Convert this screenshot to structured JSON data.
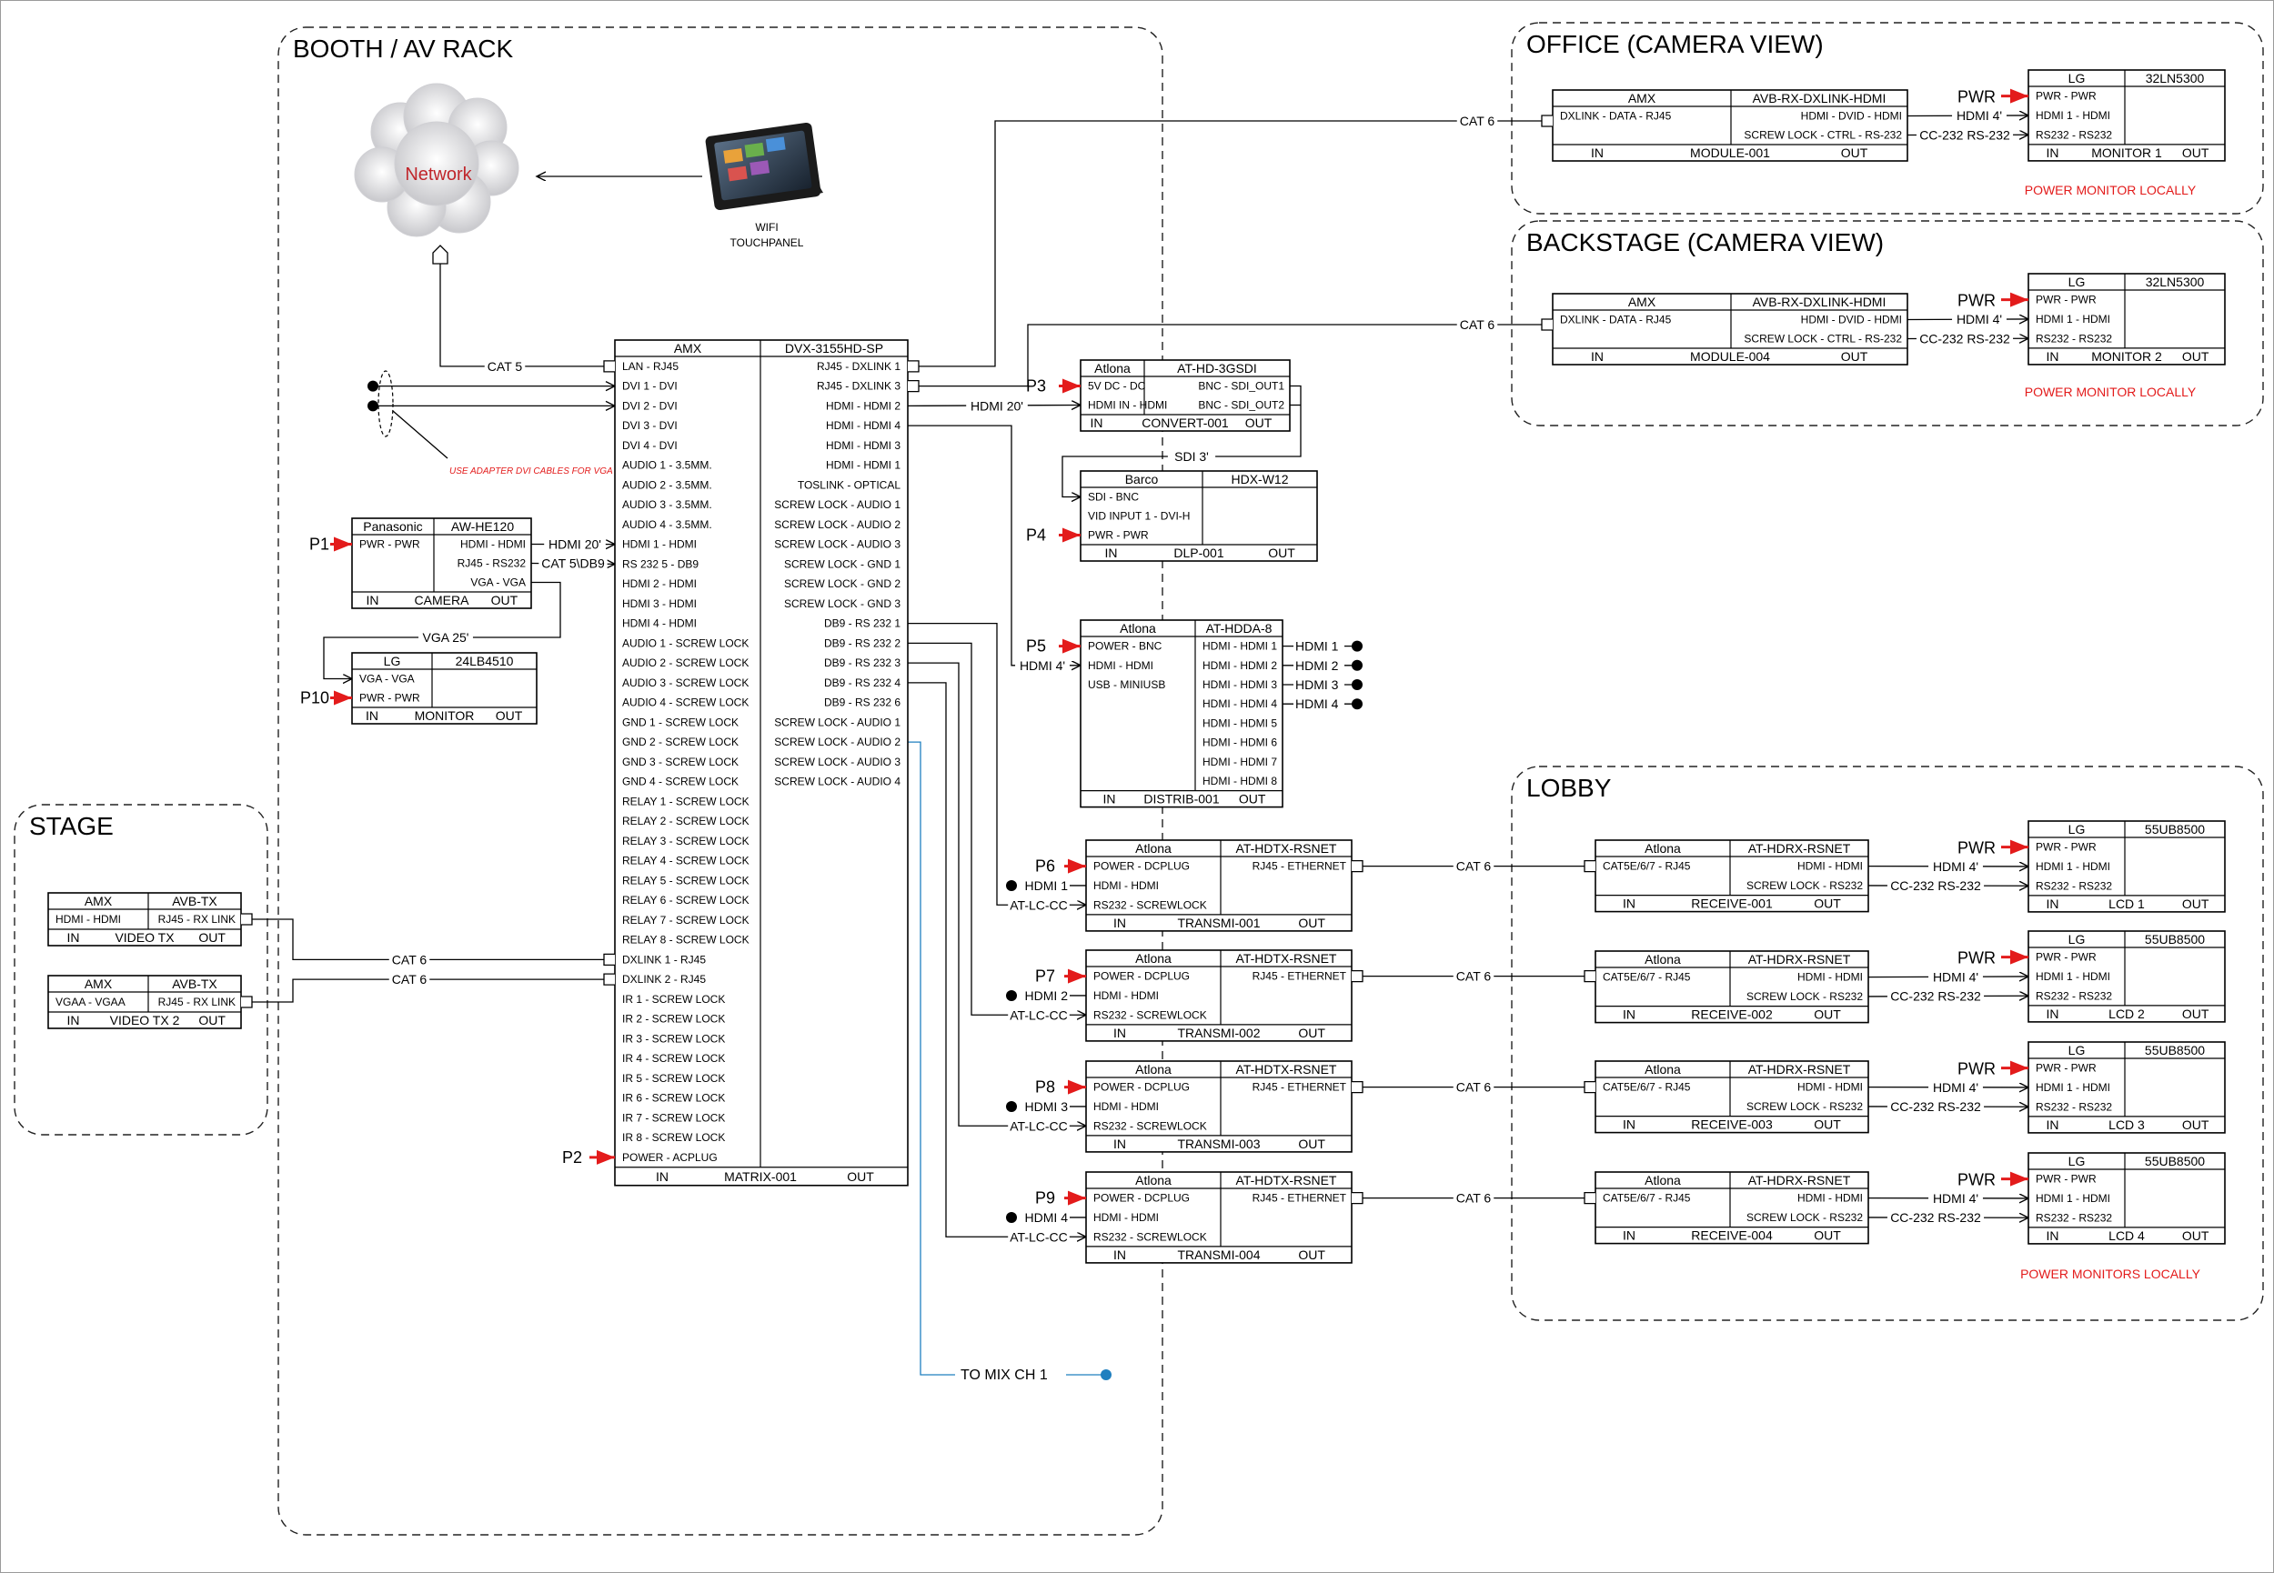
{
  "zones": {
    "booth": "BOOTH / AV RACK",
    "office": "OFFICE (CAMERA VIEW)",
    "backstage": "BACKSTAGE (CAMERA VIEW)",
    "lobby": "LOBBY",
    "stage": "STAGE"
  },
  "network": {
    "label": "Network"
  },
  "touchpanel": {
    "line1": "WIFI",
    "line2": "TOUCHPANEL"
  },
  "colors": {
    "line": "#000000",
    "arrow": "#e31b1b",
    "note": "#e31b1b",
    "audio": "#1f7fbf"
  },
  "matrix": {
    "maker": "AMX",
    "model": "DVX-3155HD-SP",
    "foot_in": "IN",
    "foot_name": "MATRIX-001",
    "foot_out": "OUT",
    "inputs": [
      "LAN - RJ45",
      "DVI 1 - DVI",
      "DVI 2 - DVI",
      "DVI 3 - DVI",
      "DVI 4 - DVI",
      "AUDIO  1 - 3.5MM.",
      "AUDIO  2 - 3.5MM.",
      "AUDIO  3 - 3.5MM.",
      "AUDIO  4 - 3.5MM.",
      "HDMI 1 - HDMI",
      "RS 232 5 - DB9",
      "HDMI 2 - HDMI",
      "HDMI 3 - HDMI",
      "HDMI 4 - HDMI",
      "AUDIO 1 - SCREW LOCK",
      "AUDIO 2 - SCREW LOCK",
      "AUDIO 3 - SCREW LOCK",
      "AUDIO 4 - SCREW LOCK",
      "GND 1 - SCREW LOCK",
      "GND 2 - SCREW LOCK",
      "GND 3 - SCREW LOCK",
      "GND 4 - SCREW LOCK",
      "RELAY 1 - SCREW LOCK",
      "RELAY 2 - SCREW LOCK",
      "RELAY 3 - SCREW LOCK",
      "RELAY 4 - SCREW LOCK",
      "RELAY 5 - SCREW LOCK",
      "RELAY 6 - SCREW LOCK",
      "RELAY 7 - SCREW LOCK",
      "RELAY 8 - SCREW LOCK",
      "DXLINK 1 - RJ45",
      "DXLINK 2 - RJ45",
      "IR 1 - SCREW LOCK",
      "IR 2 - SCREW LOCK",
      "IR 3 - SCREW LOCK",
      "IR 4 - SCREW LOCK",
      "IR 5 - SCREW LOCK",
      "IR 6 - SCREW LOCK",
      "IR 7 - SCREW LOCK",
      "IR 8 - SCREW LOCK",
      "POWER - ACPLUG"
    ],
    "outputs": [
      "RJ45 - DXLINK 1",
      "RJ45 - DXLINK 3",
      "HDMI - HDMI 2",
      "HDMI - HDMI 4",
      "HDMI - HDMI 3",
      "HDMI - HDMI 1",
      "TOSLINK - OPTICAL",
      "SCREW LOCK - AUDIO 1",
      "SCREW LOCK - AUDIO 2",
      "SCREW LOCK - AUDIO 3",
      "SCREW LOCK - GND 1",
      "SCREW LOCK - GND 2",
      "SCREW LOCK - GND 3",
      "DB9 - RS 232 1",
      "DB9 - RS 232 2",
      "DB9 - RS 232 3",
      "DB9 - RS 232 4",
      "DB9 - RS 232 6",
      "SCREW LOCK - AUDIO 1",
      "SCREW LOCK - AUDIO 2",
      "SCREW LOCK - AUDIO 3",
      "SCREW LOCK - AUDIO 4"
    ]
  },
  "devices": [
    {
      "id": "camera",
      "maker": "Panasonic",
      "model": "AW-HE120",
      "in": [
        "PWR - PWR"
      ],
      "out": [
        "HDMI - HDMI",
        "RJ45 - RS232",
        "VGA - VGA"
      ],
      "foot_in": "IN",
      "foot_name": "CAMERA",
      "foot_out": "OUT"
    },
    {
      "id": "monitor",
      "maker": "LG",
      "model": "24LB4510",
      "in": [
        "VGA - VGA",
        "PWR - PWR"
      ],
      "out": [],
      "foot_in": "IN",
      "foot_name": "MONITOR",
      "foot_out": "OUT"
    },
    {
      "id": "convert",
      "maker": "Atlona",
      "model": "AT-HD-3GSDI",
      "in": [
        "5V DC - DC",
        "HDMI IN - HDMI"
      ],
      "out": [
        "BNC - SDI_OUT1",
        "BNC - SDI_OUT2"
      ],
      "foot_in": "IN",
      "foot_name": "CONVERT-001",
      "foot_out": "OUT"
    },
    {
      "id": "dlp",
      "maker": "Barco",
      "model": "HDX-W12",
      "in": [
        "SDI - BNC",
        "VID INPUT 1 - DVI-H",
        "PWR - PWR"
      ],
      "out": [],
      "foot_in": "IN",
      "foot_name": "DLP-001",
      "foot_out": "OUT"
    },
    {
      "id": "distrib",
      "maker": "Atlona",
      "model": "AT-HDDA-8",
      "in": [
        "POWER - BNC",
        "HDMI - HDMI",
        "USB - MINIUSB"
      ],
      "out": [
        "HDMI - HDMI 1",
        "HDMI - HDMI 2",
        "HDMI - HDMI 3",
        "HDMI - HDMI 4",
        "HDMI - HDMI 5",
        "HDMI - HDMI 6",
        "HDMI - HDMI 7",
        "HDMI - HDMI 8"
      ],
      "foot_in": "IN",
      "foot_name": "DISTRIB-001",
      "foot_out": "OUT"
    },
    {
      "id": "tx1",
      "maker": "Atlona",
      "model": "AT-HDTX-RSNET",
      "in": [
        "POWER - DCPLUG",
        "HDMI - HDMI",
        "RS232 - SCREWLOCK"
      ],
      "out": [
        "RJ45 - ETHERNET"
      ],
      "foot_in": "IN",
      "foot_name": "TRANSMI-001",
      "foot_out": "OUT"
    },
    {
      "id": "tx2",
      "maker": "Atlona",
      "model": "AT-HDTX-RSNET",
      "in": [
        "POWER - DCPLUG",
        "HDMI - HDMI",
        "RS232 - SCREWLOCK"
      ],
      "out": [
        "RJ45 - ETHERNET"
      ],
      "foot_in": "IN",
      "foot_name": "TRANSMI-002",
      "foot_out": "OUT"
    },
    {
      "id": "tx3",
      "maker": "Atlona",
      "model": "AT-HDTX-RSNET",
      "in": [
        "POWER - DCPLUG",
        "HDMI - HDMI",
        "RS232 - SCREWLOCK"
      ],
      "out": [
        "RJ45 - ETHERNET"
      ],
      "foot_in": "IN",
      "foot_name": "TRANSMI-003",
      "foot_out": "OUT"
    },
    {
      "id": "tx4",
      "maker": "Atlona",
      "model": "AT-HDTX-RSNET",
      "in": [
        "POWER - DCPLUG",
        "HDMI - HDMI",
        "RS232 - SCREWLOCK"
      ],
      "out": [
        "RJ45 - ETHERNET"
      ],
      "foot_in": "IN",
      "foot_name": "TRANSMI-004",
      "foot_out": "OUT"
    },
    {
      "id": "videotx1",
      "maker": "AMX",
      "model": "AVB-TX",
      "in": [
        "HDMI - HDMI"
      ],
      "out": [
        "RJ45 - RX LINK"
      ],
      "foot_in": "IN",
      "foot_name": "VIDEO TX",
      "foot_out": "OUT"
    },
    {
      "id": "videotx2",
      "maker": "AMX",
      "model": "AVB-TX",
      "in": [
        "VGAA - VGAA"
      ],
      "out": [
        "RJ45 - RX LINK"
      ],
      "foot_in": "IN",
      "foot_name": "VIDEO TX 2",
      "foot_out": "OUT"
    },
    {
      "id": "module1",
      "maker": "AMX",
      "model": "AVB-RX-DXLINK-HDMI",
      "in": [
        "DXLINK - DATA - RJ45"
      ],
      "out": [
        "HDMI - DVID - HDMI",
        "SCREW LOCK - CTRL - RS-232"
      ],
      "foot_in": "IN",
      "foot_name": "MODULE-001",
      "foot_out": "OUT"
    },
    {
      "id": "module4",
      "maker": "AMX",
      "model": "AVB-RX-DXLINK-HDMI",
      "in": [
        "DXLINK - DATA - RJ45"
      ],
      "out": [
        "HDMI - DVID - HDMI",
        "SCREW LOCK - CTRL - RS-232"
      ],
      "foot_in": "IN",
      "foot_name": "MODULE-004",
      "foot_out": "OUT"
    },
    {
      "id": "mon1",
      "maker": "LG",
      "model": "32LN5300",
      "in": [
        "PWR - PWR",
        "HDMI 1 - HDMI",
        "RS232 - RS232"
      ],
      "out": [],
      "foot_in": "IN",
      "foot_name": "MONITOR 1",
      "foot_out": "OUT"
    },
    {
      "id": "mon2",
      "maker": "LG",
      "model": "32LN5300",
      "in": [
        "PWR - PWR",
        "HDMI 1 - HDMI",
        "RS232 - RS232"
      ],
      "out": [],
      "foot_in": "IN",
      "foot_name": "MONITOR 2",
      "foot_out": "OUT"
    },
    {
      "id": "rx1",
      "maker": "Atlona",
      "model": "AT-HDRX-RSNET",
      "in": [
        "CAT5E/6/7 - RJ45"
      ],
      "out": [
        "HDMI - HDMI",
        "SCREW LOCK - RS232"
      ],
      "foot_in": "IN",
      "foot_name": "RECEIVE-001",
      "foot_out": "OUT"
    },
    {
      "id": "rx2",
      "maker": "Atlona",
      "model": "AT-HDRX-RSNET",
      "in": [
        "CAT5E/6/7 - RJ45"
      ],
      "out": [
        "HDMI - HDMI",
        "SCREW LOCK - RS232"
      ],
      "foot_in": "IN",
      "foot_name": "RECEIVE-002",
      "foot_out": "OUT"
    },
    {
      "id": "rx3",
      "maker": "Atlona",
      "model": "AT-HDRX-RSNET",
      "in": [
        "CAT5E/6/7 - RJ45"
      ],
      "out": [
        "HDMI - HDMI",
        "SCREW LOCK - RS232"
      ],
      "foot_in": "IN",
      "foot_name": "RECEIVE-003",
      "foot_out": "OUT"
    },
    {
      "id": "rx4",
      "maker": "Atlona",
      "model": "AT-HDRX-RSNET",
      "in": [
        "CAT5E/6/7 - RJ45"
      ],
      "out": [
        "HDMI - HDMI",
        "SCREW LOCK - RS232"
      ],
      "foot_in": "IN",
      "foot_name": "RECEIVE-004",
      "foot_out": "OUT"
    },
    {
      "id": "lcd1",
      "maker": "LG",
      "model": "55UB8500",
      "in": [
        "PWR - PWR",
        "HDMI 1 - HDMI",
        "RS232 - RS232"
      ],
      "out": [],
      "foot_in": "IN",
      "foot_name": "LCD 1",
      "foot_out": "OUT"
    },
    {
      "id": "lcd2",
      "maker": "LG",
      "model": "55UB8500",
      "in": [
        "PWR - PWR",
        "HDMI 1 - HDMI",
        "RS232 - RS232"
      ],
      "out": [],
      "foot_in": "IN",
      "foot_name": "LCD 2",
      "foot_out": "OUT"
    },
    {
      "id": "lcd3",
      "maker": "LG",
      "model": "55UB8500",
      "in": [
        "PWR - PWR",
        "HDMI 1 - HDMI",
        "RS232 - RS232"
      ],
      "out": [],
      "foot_in": "IN",
      "foot_name": "LCD 3",
      "foot_out": "OUT"
    },
    {
      "id": "lcd4",
      "maker": "LG",
      "model": "55UB8500",
      "in": [
        "PWR - PWR",
        "HDMI 1 - HDMI",
        "RS232 - RS232"
      ],
      "out": [],
      "foot_in": "IN",
      "foot_name": "LCD 4",
      "foot_out": "OUT"
    }
  ],
  "cables": {
    "cat5": "CAT 5",
    "cat6": "CAT 6",
    "hdmi20": "HDMI 20'",
    "hdmi20b": "HDMI 20'",
    "cat5db9": "CAT 5\\DB9",
    "vga25": "VGA 25'",
    "sdi3": "SDI 3'",
    "hdmi4": "HDMI 4'",
    "cc232": "CC-232 RS-232",
    "atlccc": "AT-LC-CC",
    "tomix": "TO MIX CH 1"
  },
  "notes": {
    "dvi": "USE ADAPTER DVI CABLES FOR VGA",
    "office_power": "POWER MONITOR LOCALLY",
    "backstage_power": "POWER MONITOR LOCALLY",
    "lobby_power": "POWER MONITORS LOCALLY"
  },
  "power_tags": [
    "P1",
    "P2",
    "P3",
    "P4",
    "P5",
    "P6",
    "P7",
    "P8",
    "P9",
    "P10"
  ],
  "pwr": "PWR",
  "hdmi_taps": [
    "HDMI 1",
    "HDMI 2",
    "HDMI 3",
    "HDMI 4"
  ]
}
